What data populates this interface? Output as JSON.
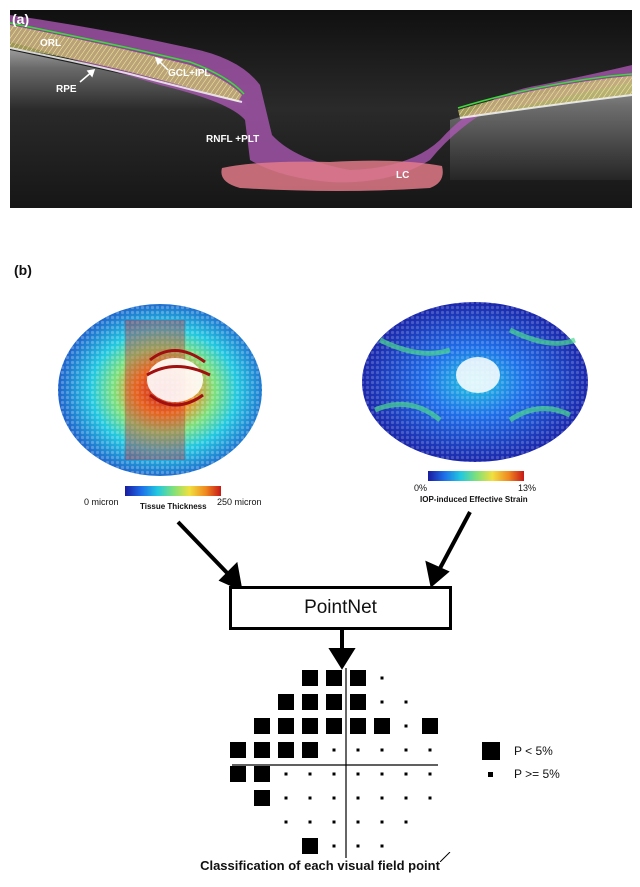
{
  "panel_a": {
    "label": "(a)",
    "layers": {
      "orl": "ORL",
      "rpe": "RPE",
      "gcl_ipl": "GCL+IPL",
      "rnfl_plt": "RNFL +PLT",
      "lc": "LC"
    }
  },
  "panel_b": {
    "label": "(b)",
    "thickness_map": {
      "min_label": "0 micron",
      "max_label": "250 micron",
      "title": "Tissue Thickness"
    },
    "strain_map": {
      "min_label": "0%",
      "max_label": "13%",
      "title": "IOP-induced Effective Strain"
    },
    "model_name": "PointNet",
    "legend": {
      "significant": "P < 5%",
      "not_significant": "P >= 5%"
    },
    "caption": "Classification of each visual field point"
  },
  "colors": {
    "oct_background": "#1c1c1c",
    "rnfl": "#b05ab8",
    "gcl": "#d8d070",
    "lc": "#e07a88",
    "colormap": [
      "#1a1aa0",
      "#1e6ee8",
      "#22c8e0",
      "#7ce07c",
      "#f0e040",
      "#f08a20",
      "#c81818"
    ]
  }
}
